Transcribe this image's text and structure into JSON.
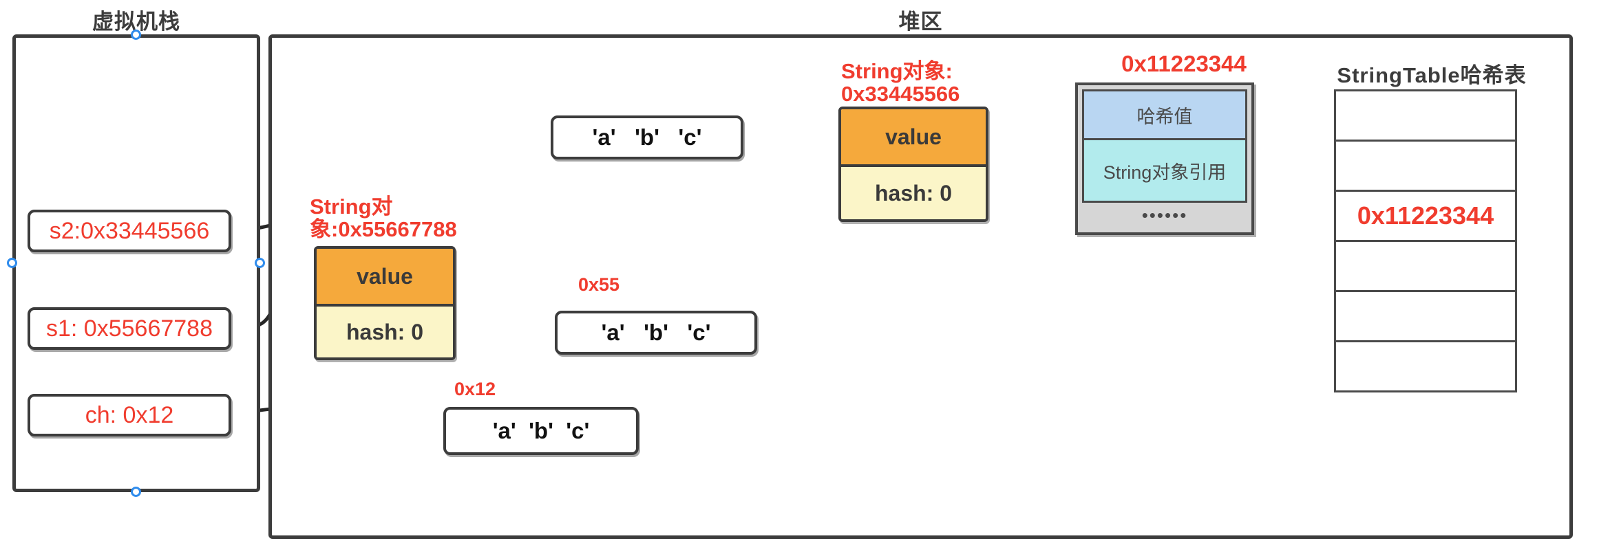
{
  "regions": {
    "stack": {
      "title": "虚拟机栈"
    },
    "heap": {
      "title": "堆区"
    }
  },
  "stack_vars": [
    {
      "name": "s2-variable",
      "label": "s2:0x33445566"
    },
    {
      "name": "s1-variable",
      "label": "s1: 0x55667788"
    },
    {
      "name": "ch-variable",
      "label": "ch: 0x12"
    }
  ],
  "string_objects": [
    {
      "name": "string-object-33445566",
      "caption": "String对象:\n0x33445566",
      "value_label": "value",
      "hash_label": "hash: 0"
    },
    {
      "name": "string-object-55667788",
      "caption": "String对\n象:0x55667788",
      "value_label": "value",
      "hash_label": "hash: 0"
    }
  ],
  "char_arrays": [
    {
      "name": "char-array-top",
      "address": "",
      "content": "'a'   'b'   'c'"
    },
    {
      "name": "char-array-0x55",
      "address": "0x55",
      "content": "'a'   'b'   'c'"
    },
    {
      "name": "char-array-0x12",
      "address": "0x12",
      "content": "'a'  'b'  'c'"
    }
  ],
  "string_table_entry": {
    "address": "0x11223344",
    "hash_cell": "哈希值",
    "ref_cell": "String对象引用",
    "more_cell": "••••••"
  },
  "string_table": {
    "title": "StringTable哈希表",
    "slots": [
      "",
      "",
      "0x11223344",
      "",
      "",
      ""
    ]
  },
  "colors": {
    "accent_red": "#f03c2e",
    "value_orange": "#f5a93c",
    "hash_yellow": "#fbf5c8",
    "hashval_blue": "#b9d6f2",
    "ref_cyan": "#b2ebed",
    "entry_grey": "#d6d6d6",
    "stroke": "#3c3c3c",
    "anchor_blue": "#2f8ced"
  }
}
